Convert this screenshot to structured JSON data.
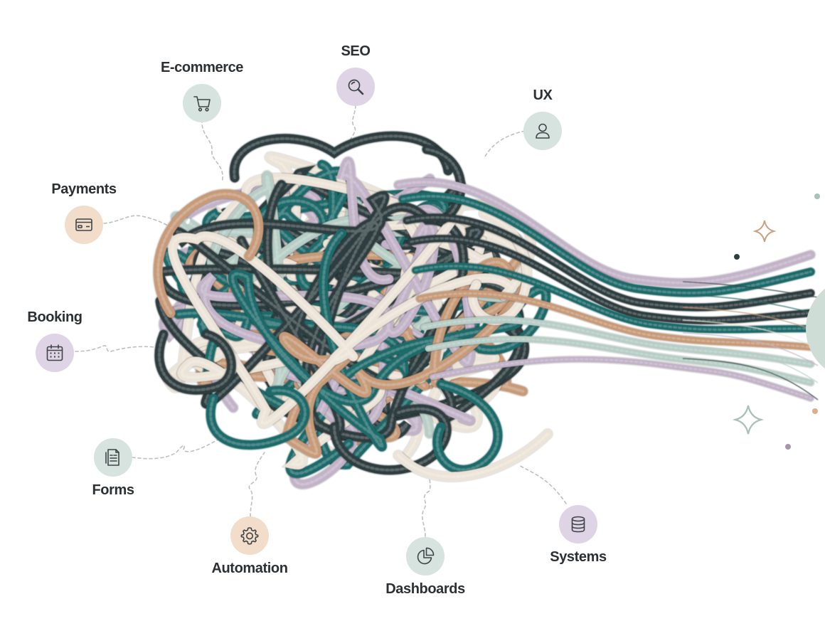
{
  "nodes": [
    {
      "id": "ecommerce",
      "label": "E-commerce",
      "icon": "shopping-cart-icon",
      "color": "#d6e3df"
    },
    {
      "id": "seo",
      "label": "SEO",
      "icon": "magnifier-icon",
      "color": "#dfd3e6"
    },
    {
      "id": "ux",
      "label": "UX",
      "icon": "user-icon",
      "color": "#d6e3df"
    },
    {
      "id": "payments",
      "label": "Payments",
      "icon": "credit-card-icon",
      "color": "#f1ddca"
    },
    {
      "id": "booking",
      "label": "Booking",
      "icon": "calendar-icon",
      "color": "#dfd3e6"
    },
    {
      "id": "forms",
      "label": "Forms",
      "icon": "document-icon",
      "color": "#d6e3df"
    },
    {
      "id": "automation",
      "label": "Automation",
      "icon": "gear-icon",
      "color": "#f1ddca"
    },
    {
      "id": "dashboards",
      "label": "Dashboards",
      "icon": "pie-chart-icon",
      "color": "#d6e3df"
    },
    {
      "id": "systems",
      "label": "Systems",
      "icon": "database-icon",
      "color": "#dfd3e6"
    }
  ],
  "palette": {
    "rope_dark": "#2d3e3f",
    "rope_teal": "#1f6b6b",
    "rope_tan": "#c79a78",
    "rope_cream": "#ece4d8",
    "rope_lilac": "#c2b3c8",
    "rope_sage": "#b7cdc6",
    "connector": "#bfbfbf",
    "icon_stroke": "#3f4547"
  }
}
